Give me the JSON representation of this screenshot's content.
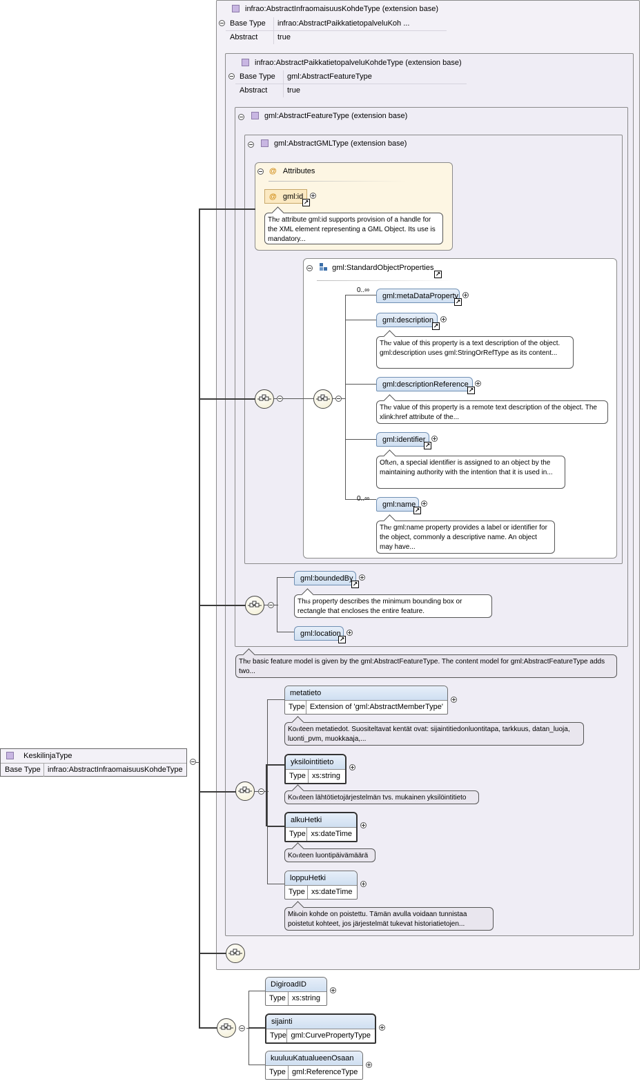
{
  "root": {
    "name": "KeskilinjaType",
    "base_type_key": "Base Type",
    "base_type": "infrao:AbstractInfraomaisuusKohdeType"
  },
  "ext1": {
    "title": "infrao:AbstractInfraomaisuusKohdeType (extension base)",
    "base_type_key": "Base Type",
    "base_type": "infrao:AbstractPaikkatietopalveluKoh ...",
    "abstract_key": "Abstract",
    "abstract": "true"
  },
  "ext2": {
    "title": "infrao:AbstractPaikkatietopalveluKohdeType (extension base)",
    "base_type_key": "Base Type",
    "base_type": "gml:AbstractFeatureType",
    "abstract_key": "Abstract",
    "abstract": "true"
  },
  "ext3": {
    "title": "gml:AbstractFeatureType (extension base)"
  },
  "ext4": {
    "title": "gml:AbstractGMLType (extension base)"
  },
  "attributes": {
    "title": "Attributes",
    "at": "@",
    "gml_id": "gml:id",
    "gml_id_note": "The attribute gml:id supports provision of a handle for the XML element representing a GML Object. Its use is mandatory..."
  },
  "std_props": {
    "title": "gml:StandardObjectProperties",
    "card_meta": "0..∞",
    "card_name": "0..∞",
    "items": [
      {
        "name": "gml:metaDataProperty",
        "note": ""
      },
      {
        "name": "gml:description",
        "note": "The value of this property is a text description of the object. gml:description uses gml:StringOrRefType as its content..."
      },
      {
        "name": "gml:descriptionReference",
        "note": "The value of this property is a remote text description of the object. The xlink:href attribute of the..."
      },
      {
        "name": "gml:identifier",
        "note": "Often, a special identifier is assigned to an object by the maintaining authority with the intention that it is used in..."
      },
      {
        "name": "gml:name",
        "note": "The gml:name property provides a label or identifier for the object, commonly a descriptive name. An object may have..."
      }
    ]
  },
  "feature_seq": {
    "bounded_by": "gml:boundedBy",
    "bounded_by_note": "This property describes the minimum bounding box or rectangle that encloses the entire feature.",
    "location": "gml:location"
  },
  "feature_note": "The basic feature model is given by the gml:AbstractFeatureType. The content model for gml:AbstractFeatureType adds two...",
  "paikka_seq": {
    "type_key": "Type",
    "metatieto": {
      "name": "metatieto",
      "type": "Extension of 'gml:AbstractMemberType'",
      "note": "Kohteen metatiedot. Suositeltavat kentät ovat: sijaintitiedonluontitapa, tarkkuus, datan_luoja, luonti_pvm, muokkaaja,..."
    },
    "yksilointitieto": {
      "name": "yksilointitieto",
      "type": "xs:string",
      "note": "Kohteen lähtötietojärjestelmän tvs. mukainen yksilöintitieto"
    },
    "alkuHetki": {
      "name": "alkuHetki",
      "type": "xs:dateTime",
      "note": "Kohteen luontipäivämäärä"
    },
    "loppuHetki": {
      "name": "loppuHetki",
      "type": "xs:dateTime",
      "note": "Milloin kohde on poistettu. Tämän avulla voidaan tunnistaa poistetut kohteet, jos järjestelmät tukevat historiatietojen..."
    }
  },
  "own_seq": {
    "type_key": "Type",
    "items": [
      {
        "name": "DigiroadID",
        "type": "xs:string"
      },
      {
        "name": "sijainti",
        "type": "gml:CurvePropertyType"
      },
      {
        "name": "kuuluuKatualueenOsaan",
        "type": "gml:ReferenceType"
      }
    ]
  },
  "icons": [
    "collapse-icon",
    "expand-icon",
    "sequence-compositor-icon",
    "reference-arrow-icon",
    "complex-type-icon",
    "attribute-icon",
    "group-icon"
  ],
  "colors": {
    "element_fill": "#d6e4f4",
    "attribute_fill": "#fdf6e3",
    "type_square": "#c8b6e2",
    "frame_fill": "#f3f1f7"
  }
}
